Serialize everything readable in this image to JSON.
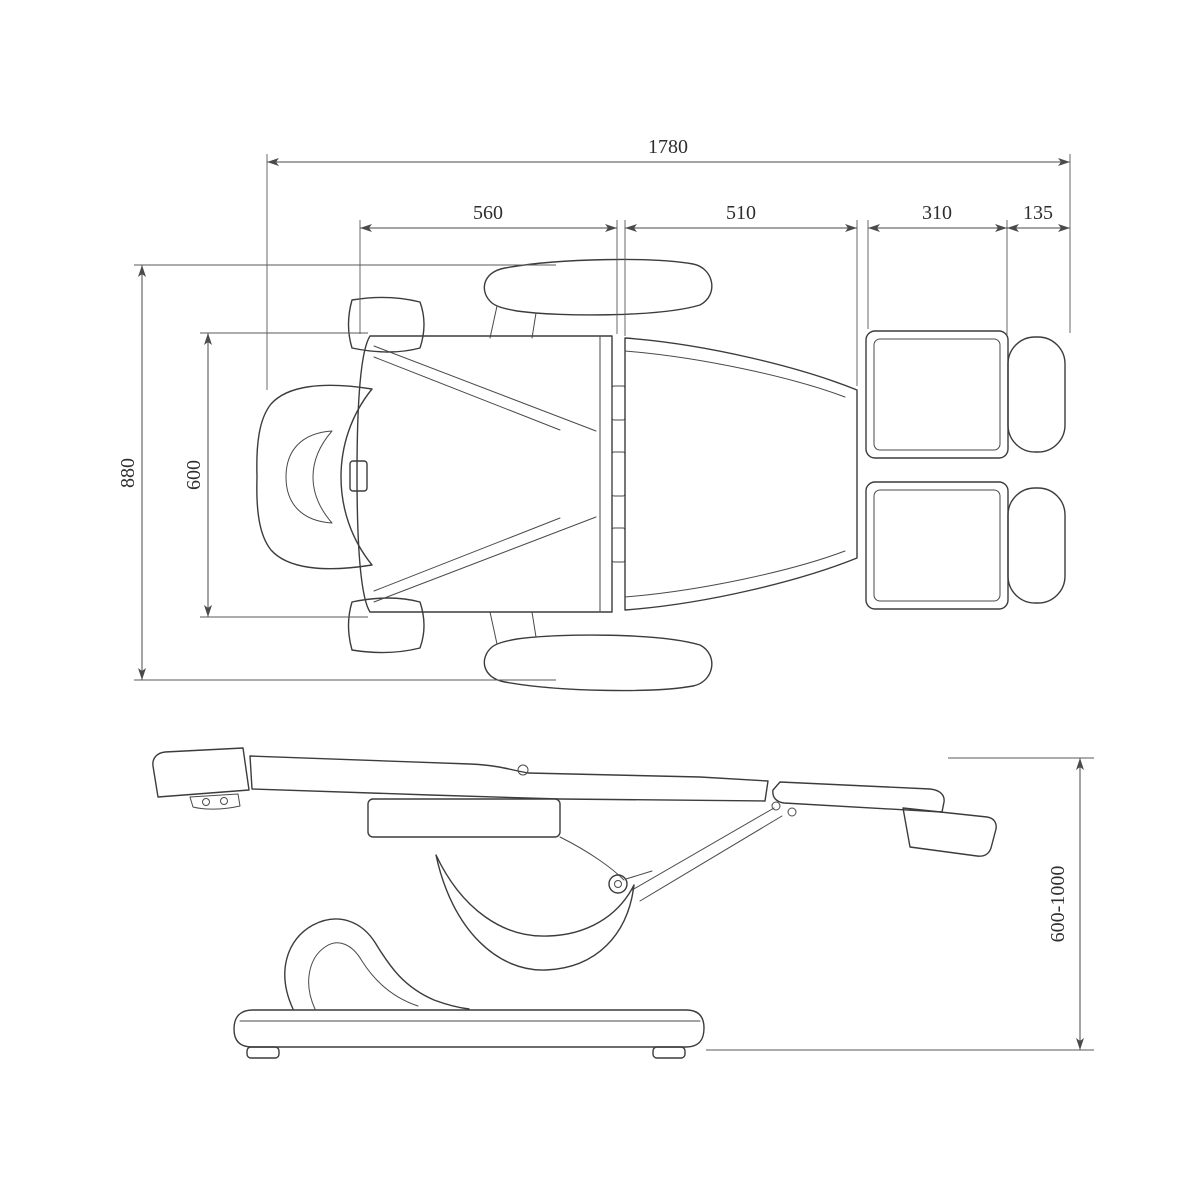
{
  "canvas": {
    "background": "#ffffff",
    "line_color": "#3c3c3c",
    "dimension_color": "#4a4a4a"
  },
  "dimensions": {
    "overall_length": "1780",
    "backrest_section": "560",
    "seat_section": "510",
    "legrest_section": "310",
    "footrest_section": "135",
    "overall_width": "880",
    "seat_width": "600",
    "height_range": "600-1000"
  }
}
